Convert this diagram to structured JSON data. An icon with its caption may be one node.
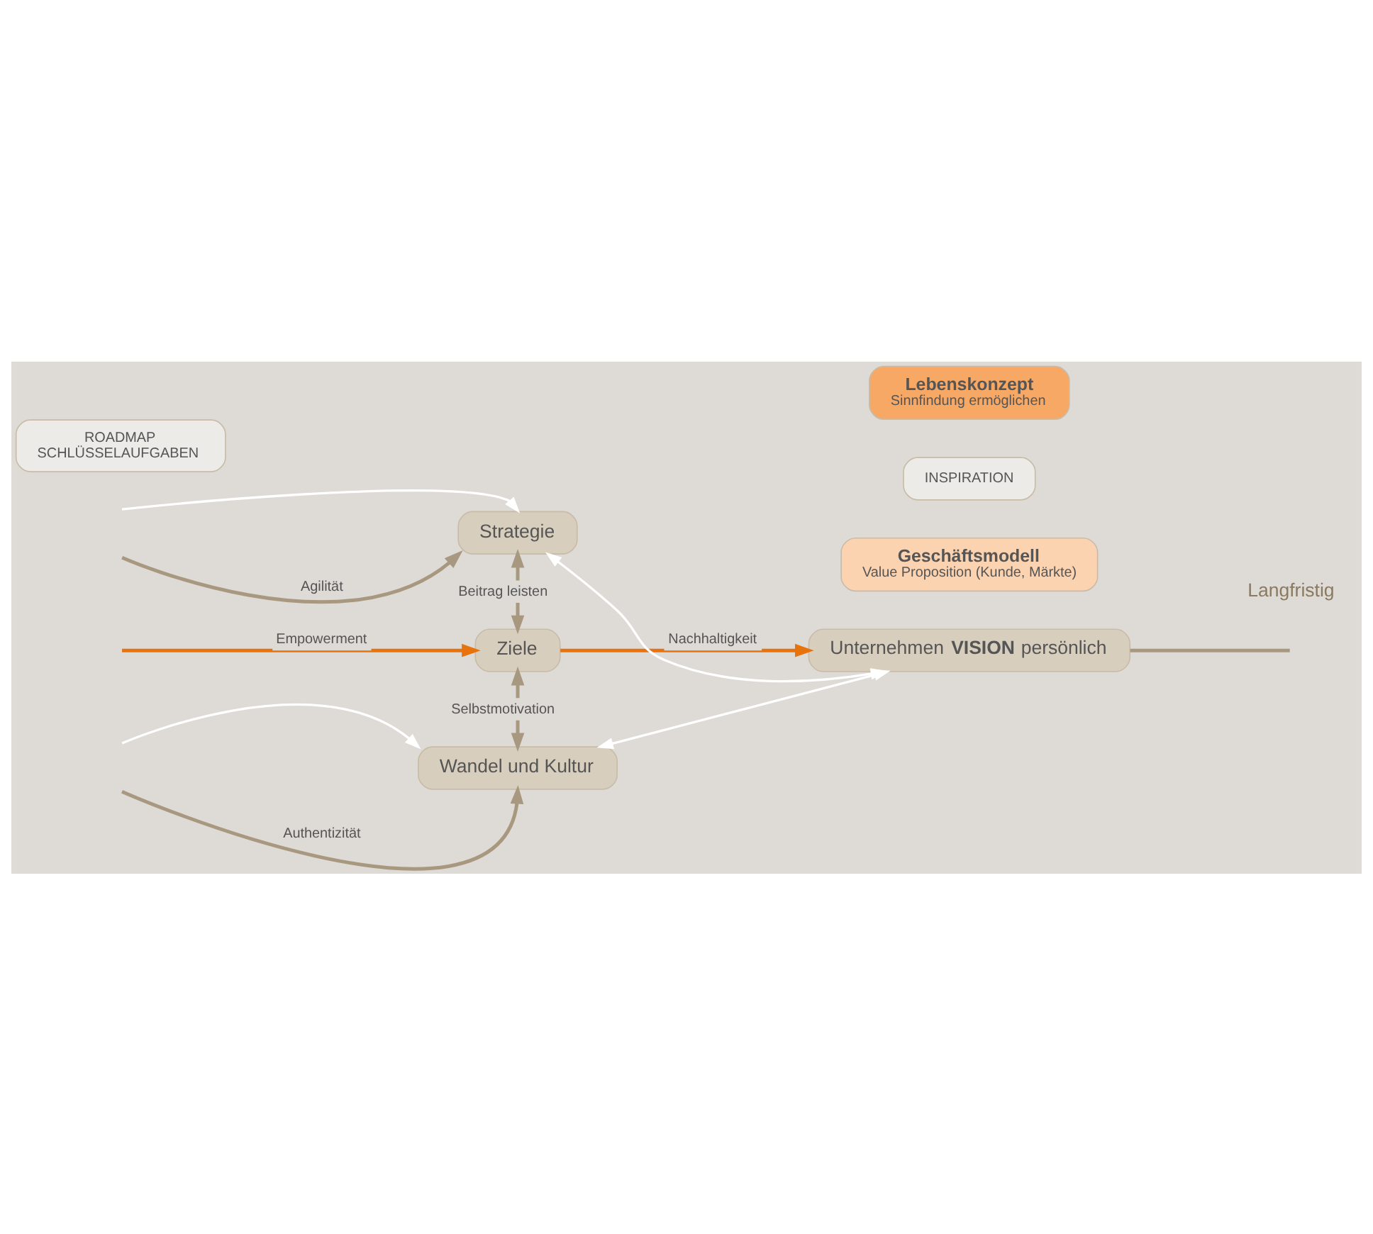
{
  "diagram": {
    "nodes": [
      {
        "text": [
          "Strategie"
        ]
      },
      {
        "text": [
          "Geschäftsmodell",
          "Value Proposition (Kunde, Märkte)"
        ]
      },
      {
        "text": [
          "ROADMAP",
          "SCHLÜSSELAUFGABEN"
        ]
      },
      {
        "text": [
          "INSPIRATION"
        ]
      },
      {
        "text": [
          "Ziele"
        ]
      },
      {
        "text": [
          "Unternehmen **VISION** persönlich"
        ]
      },
      {
        "text": [
          "Lebenskonzept",
          "Sinnfindung ermöglichen"
        ]
      },
      {
        "text": [
          "Wandel und Kultur"
        ]
      }
    ],
    "edges": [
      {
        "from": null,
        "to": 0,
        "arrow": "to",
        "color": "#ffffff"
      },
      {
        "from": null,
        "to": 0,
        "arrow": "to",
        "label": "Agilität"
      },
      {
        "from": 5,
        "to": 0,
        "arrow": "both",
        "color": "#ffffff"
      },
      {
        "from": 0,
        "to": 4,
        "arrow": "both",
        "label": "Beitrag leisten"
      },
      {
        "from": null,
        "to": 4,
        "arrow": "to",
        "label": "Empowerment",
        "color": "#e8720c"
      },
      {
        "from": 4,
        "to": 5,
        "arrow": "to",
        "label": "Nachhaltigkeit",
        "color": "#e8720c"
      },
      {
        "from": 4,
        "to": 7,
        "arrow": "both",
        "label": "Selbstmotivation"
      },
      {
        "from": 5,
        "to": 7,
        "arrow": "both",
        "color": "#ffffff"
      },
      {
        "from": null,
        "to": 7,
        "arrow": "to",
        "label": "Authentizität"
      },
      {
        "from": null,
        "to": 7,
        "arrow": "to",
        "color": "#ffffff"
      },
      {
        "from": 5,
        "to": null,
        "arrow": "none"
      }
    ],
    "labels": [
      "Langfristig"
    ]
  }
}
